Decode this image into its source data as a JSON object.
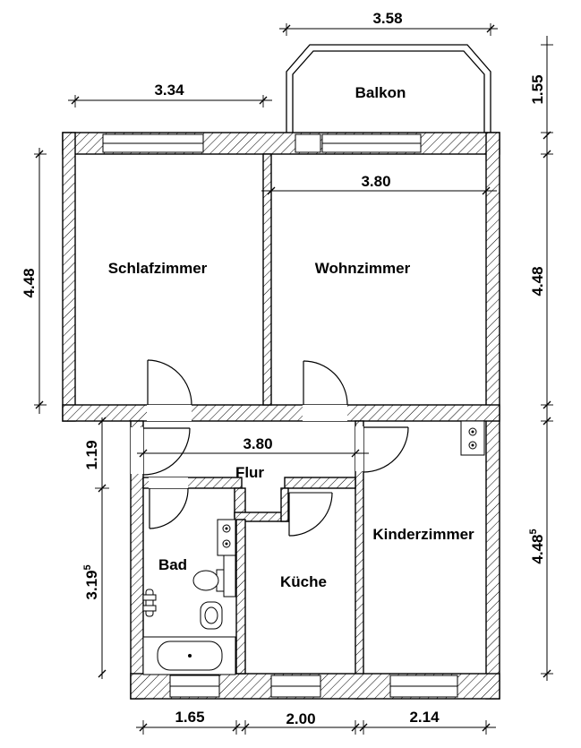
{
  "plan": {
    "rooms": {
      "balkon": "Balkon",
      "schlafzimmer": "Schlafzimmer",
      "wohnzimmer": "Wohnzimmer",
      "flur": "Flur",
      "bad": "Bad",
      "kueche": "Küche",
      "kinderzimmer": "Kinderzimmer"
    },
    "dimensions": {
      "balkon_width": "3.58",
      "balkon_depth": "1.55",
      "schlafzimmer_width": "3.34",
      "schlafzimmer_height": "4.48",
      "wohnzimmer_width": "3.80",
      "wohnzimmer_height": "4.48",
      "flur_width": "3.80",
      "flur_height": "1.19",
      "bad_height": "3.19",
      "bad_height_sup": "5",
      "kinderzimmer_height": "4.48",
      "kinderzimmer_height_sup": "5",
      "bad_width": "1.65",
      "kueche_width": "2.00",
      "kinderzimmer_width": "2.14"
    }
  }
}
